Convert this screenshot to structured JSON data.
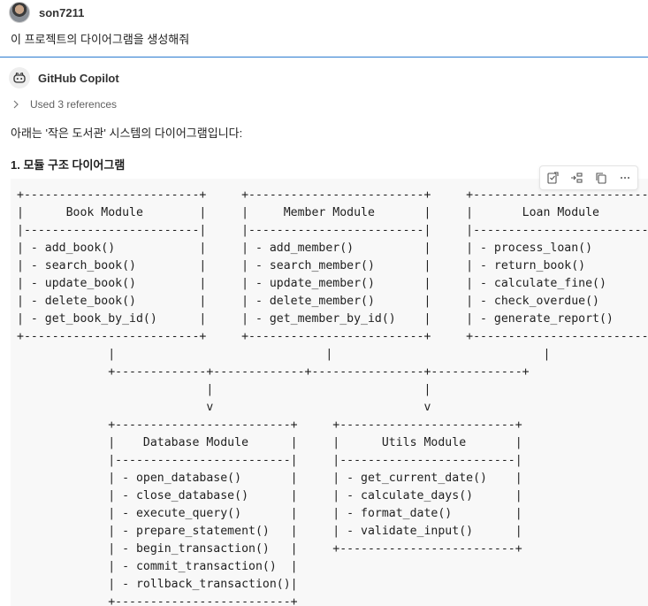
{
  "user": {
    "name": "son7211",
    "message": "이 프로젝트의 다이어그램을 생성해줘"
  },
  "assistant": {
    "name": "GitHub Copilot",
    "references_label": "Used 3 references",
    "intro": "아래는 '작은 도서관' 시스템의 다이어그램입니다:",
    "section_title": "1. 모듈 구조 다이어그램"
  },
  "code": {
    "lines": [
      "+-------------------------+     +-------------------------+     +-------------------------+",
      "|      Book Module        |     |     Member Module       |     |       Loan Module       |",
      "|-------------------------|     |-------------------------|     |-------------------------|",
      "| - add_book()            |     | - add_member()          |     | - process_loan()        |",
      "| - search_book()         |     | - search_member()       |     | - return_book()         |",
      "| - update_book()         |     | - update_member()       |     | - calculate_fine()      |",
      "| - delete_book()         |     | - delete_member()       |     | - check_overdue()       |",
      "| - get_book_by_id()      |     | - get_member_by_id()    |     | - generate_report()     |",
      "+-------------------------+     +-------------------------+     +-------------------------+",
      "             |                              |                              |",
      "             +-------------+-------------+----------------+-------------+",
      "                           |                              |",
      "                           v                              v",
      "             +-------------------------+     +-------------------------+",
      "             |    Database Module      |     |      Utils Module       |",
      "             |-------------------------|     |-------------------------|",
      "             | - open_database()       |     | - get_current_date()    |",
      "             | - close_database()      |     | - calculate_days()      |",
      "             | - execute_query()       |     | - format_date()         |",
      "             | - prepare_statement()   |     | - validate_input()      |",
      "             | - begin_transaction()   |     +-------------------------+",
      "             | - commit_transaction()  |",
      "             | - rollback_transaction()|",
      "             +-------------------------+"
    ]
  },
  "toolbar": {
    "icons": [
      "apply-icon",
      "insert-icon",
      "copy-icon",
      "more-icon"
    ]
  }
}
